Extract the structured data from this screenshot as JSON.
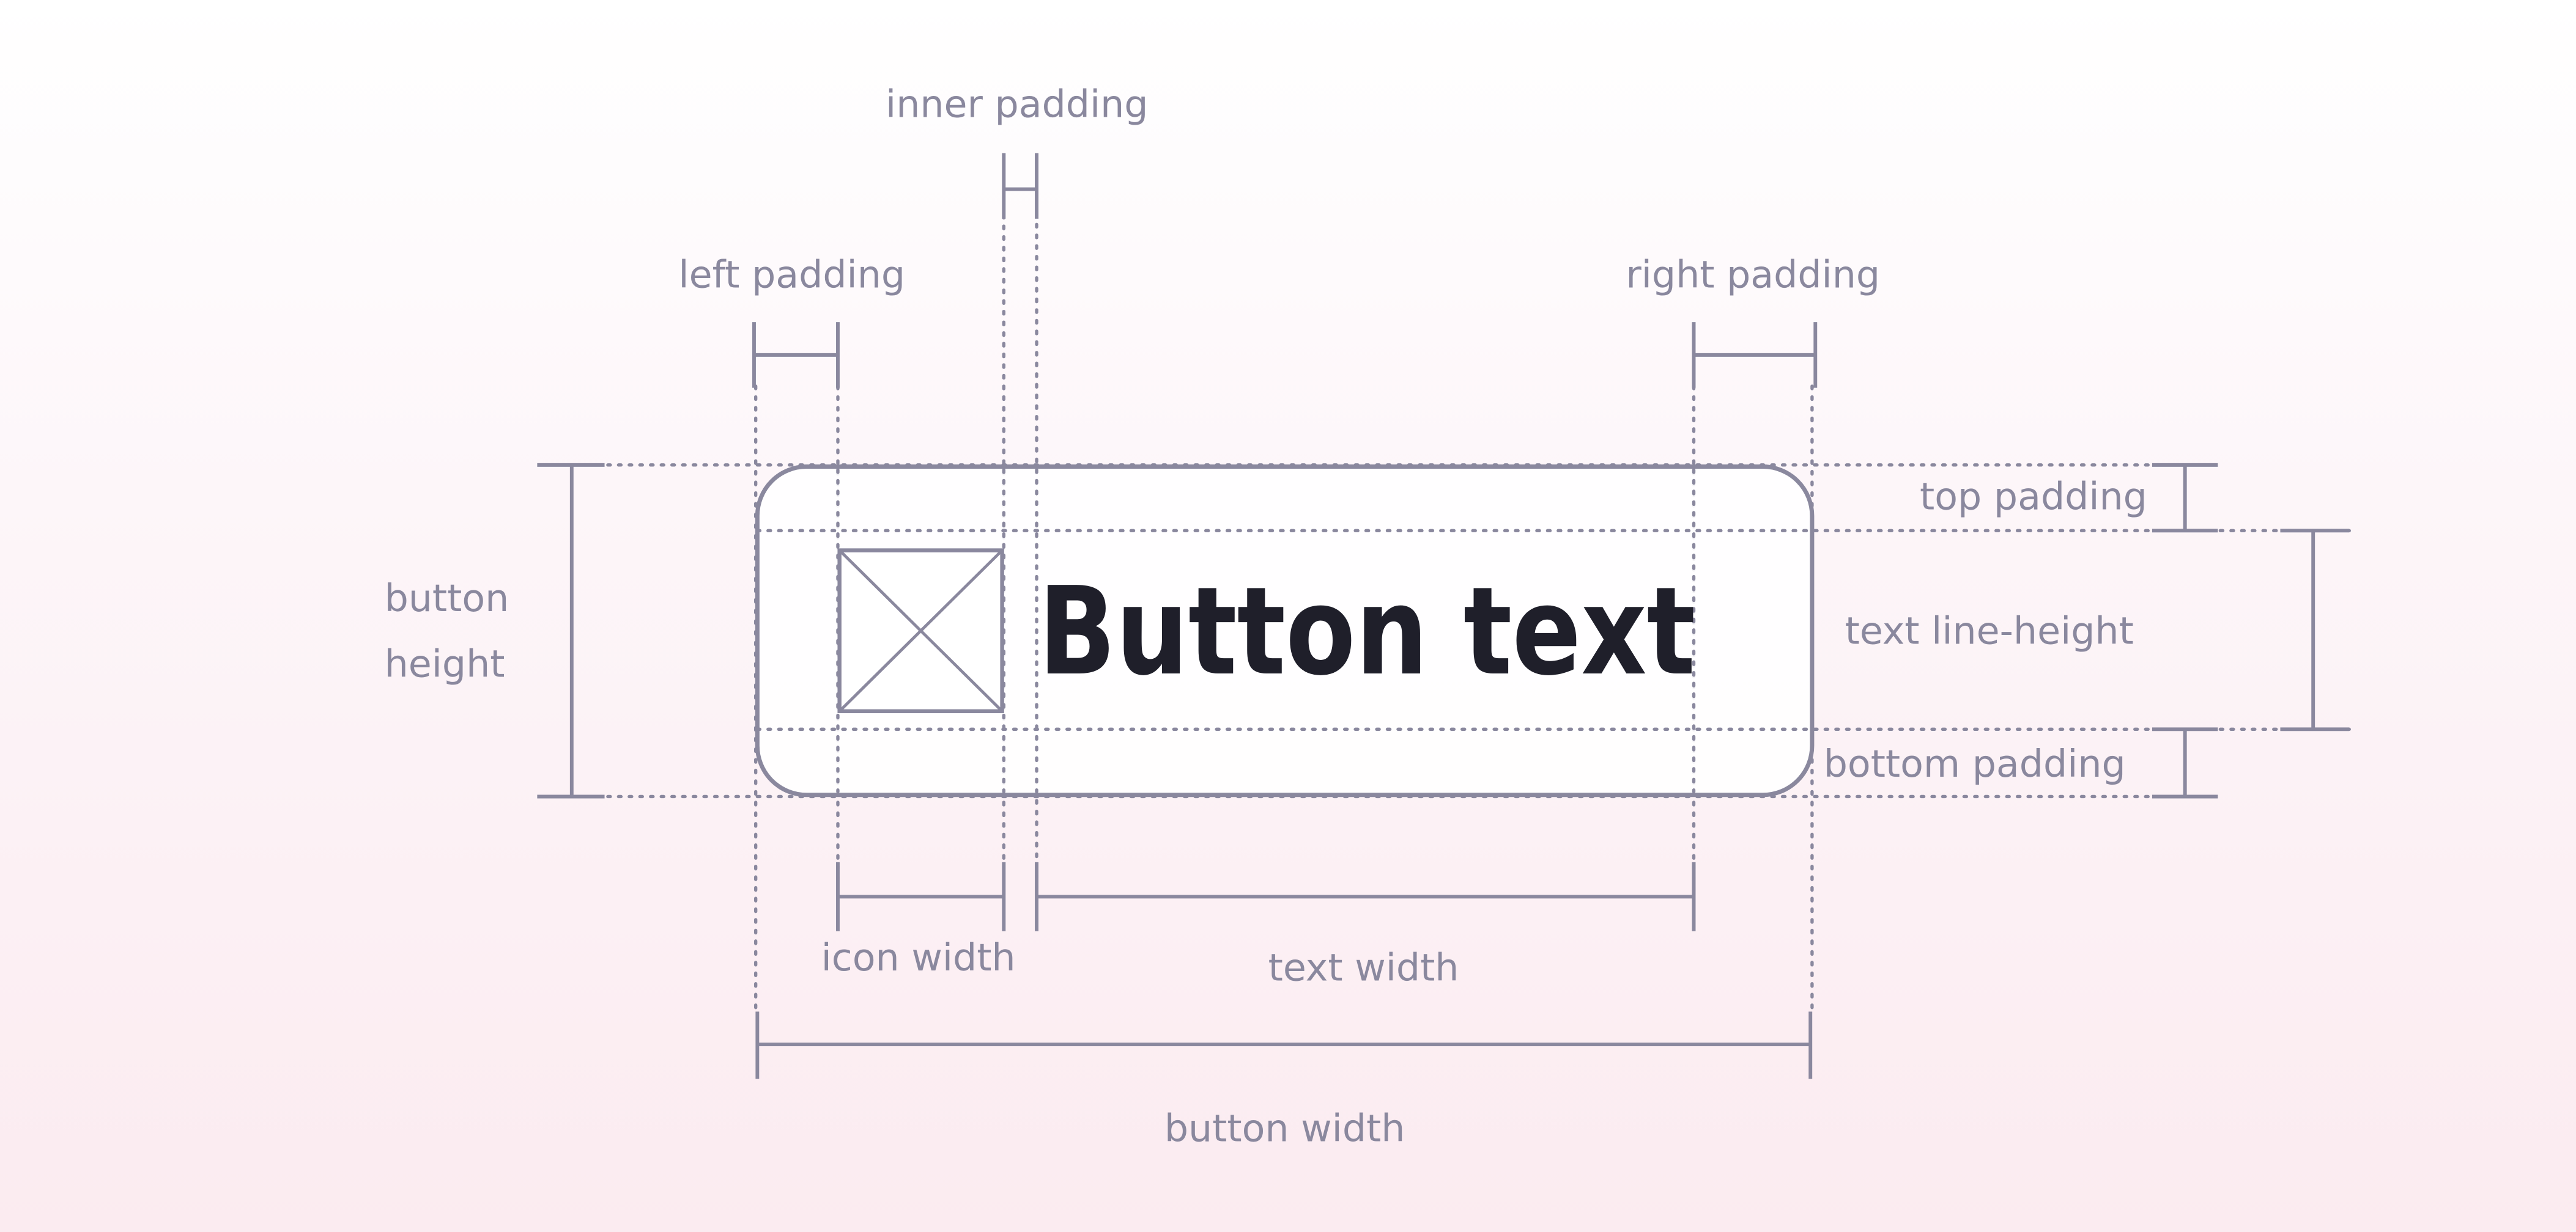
{
  "button": {
    "label": "Button text",
    "icon": "placeholder-image-icon"
  },
  "labels": {
    "inner_padding": "inner padding",
    "left_padding": "left padding",
    "right_padding": "right padding",
    "button_height_line1": "button",
    "button_height_line2": "height",
    "top_padding": "top padding",
    "text_line_height": "text line-height",
    "bottom_padding": "bottom padding",
    "icon_width": "icon width",
    "text_width": "text width",
    "button_width": "button width"
  },
  "colors": {
    "line": "#8a889e",
    "text": "#1f1f2a",
    "button_fill": "#ffffff"
  }
}
